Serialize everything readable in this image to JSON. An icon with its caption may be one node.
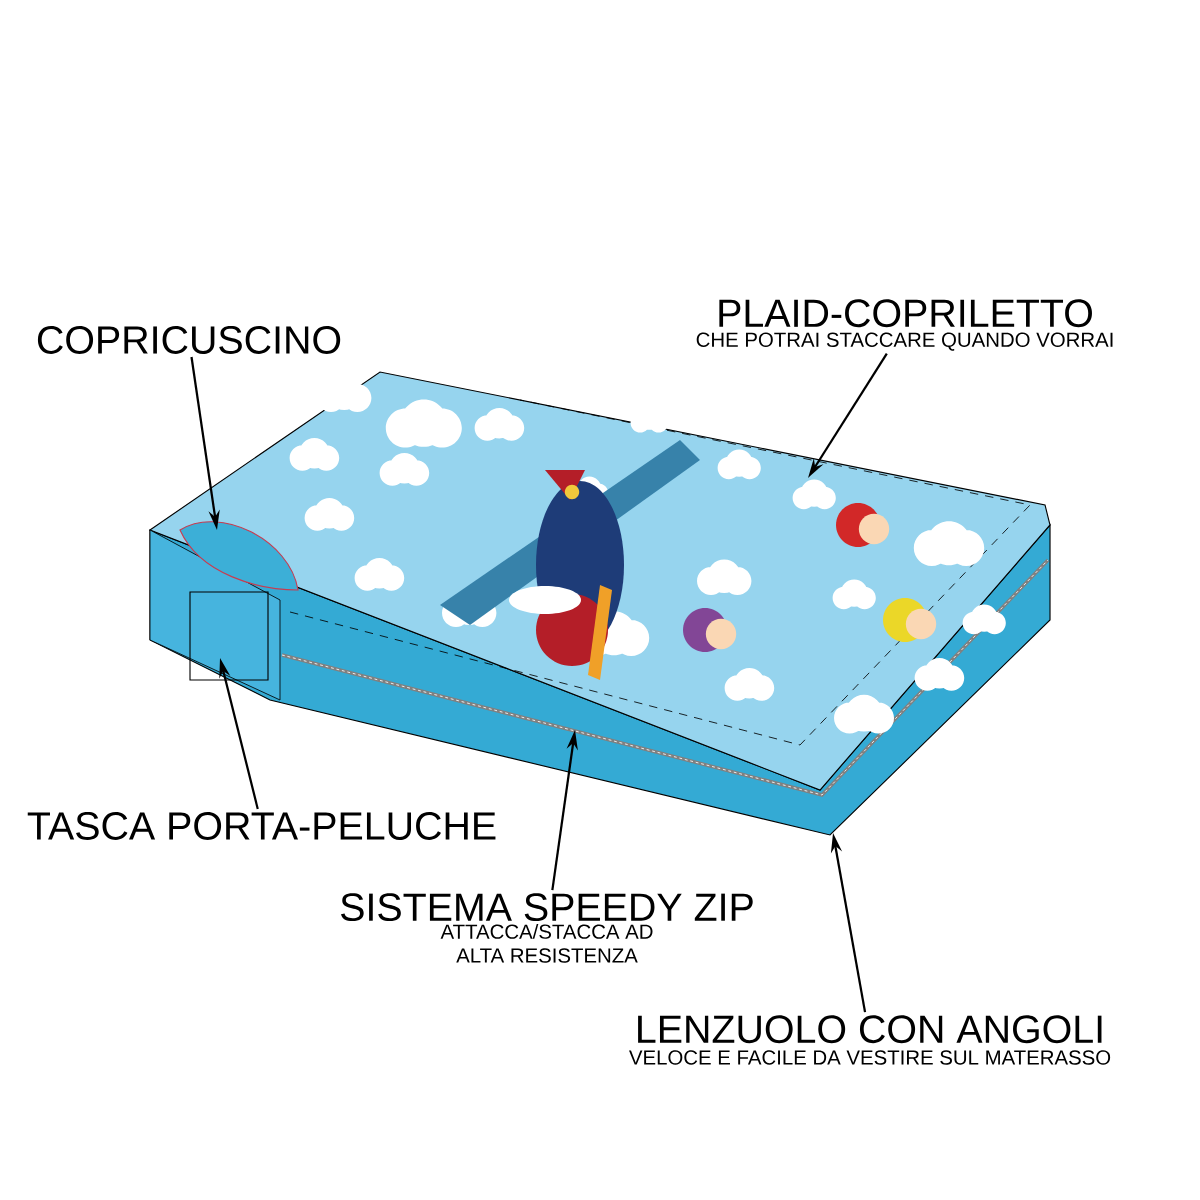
{
  "diagram": {
    "nodes": [
      {
        "text": [
          "COPRICUSCINO"
        ]
      },
      {
        "text": [
          "PLAID-COPRILETTO",
          "CHE POTRAI STACCARE QUANDO VORRAI"
        ]
      },
      {
        "text": [
          "TASCA PORTA-PELUCHE"
        ]
      },
      {
        "text": [
          "SISTEMA SPEEDY ZIP",
          "ATTACCA/STACCA AD ALTA RESISTENZA"
        ]
      },
      {
        "text": [
          "LENZUOLO CON ANGOLI",
          "VELOCE E FACILE DA VESTIRE SUL MATERASSO"
        ]
      }
    ],
    "edges": [
      {
        "from": 0,
        "to": null,
        "arrow": "to"
      },
      {
        "from": 1,
        "to": null,
        "arrow": "to"
      },
      {
        "from": 2,
        "to": null,
        "arrow": "to"
      },
      {
        "from": 3,
        "to": null,
        "arrow": "to"
      },
      {
        "from": 4,
        "to": null,
        "arrow": "to"
      }
    ]
  }
}
